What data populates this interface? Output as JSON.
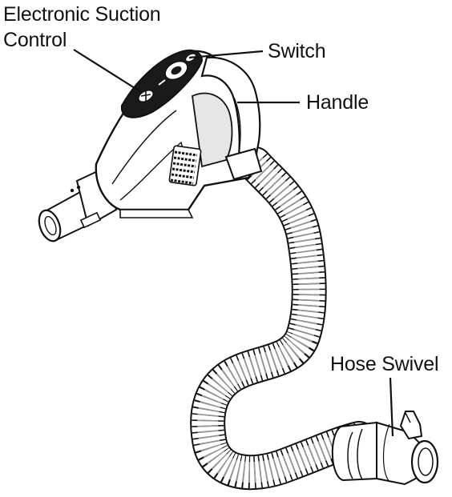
{
  "labels": {
    "suction_line1": "Electronic Suction",
    "suction_line2": "Control",
    "switch": "Switch",
    "handle": "Handle",
    "hose_swivel": "Hose Swivel"
  },
  "colors": {
    "ink": "#111111",
    "paper": "#ffffff",
    "shade": "#d9d9d9",
    "dark": "#1a1a1a"
  }
}
